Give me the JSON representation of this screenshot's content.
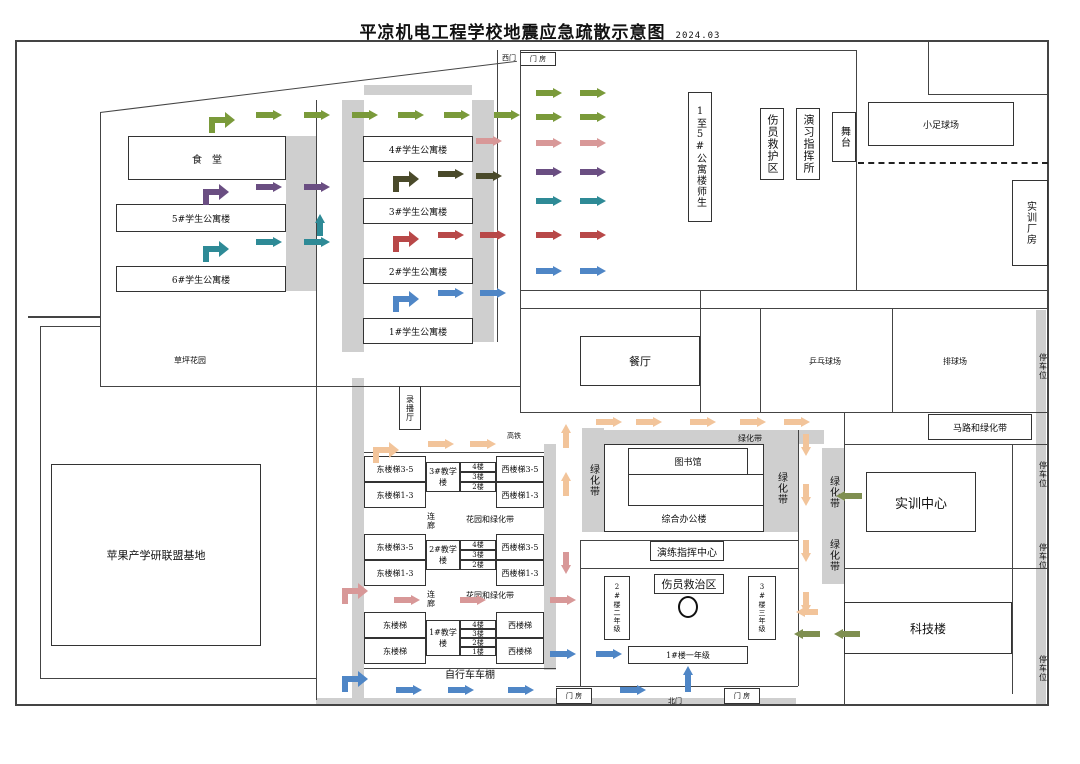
{
  "title": "平凉机电工程学校地震应急疏散示意图",
  "date": "2024.03",
  "buildings": {
    "canteen": "食　堂",
    "dorm5": "5#学生公寓楼",
    "dorm6": "6#学生公寓楼",
    "dorm4": "4#学生公寓楼",
    "dorm3": "3#学生公寓楼",
    "dorm2": "2#学生公寓楼",
    "dorm1": "1#学生公寓楼",
    "lawn": "草坪花园",
    "gate_west": "西门",
    "guard_top": "门 房",
    "assembly": "1至5#公寓楼师生",
    "rescue_top": "伤员救护区",
    "drill_cmd": "演习指挥所",
    "stage": "舞台",
    "soccer": "小足球场",
    "workshop": "实训厂房",
    "restaurant": "餐厅",
    "pingpong": "乒乓球场",
    "volleyball": "排球场",
    "parking": "停车位",
    "broadcast": "录播厅",
    "high_iron": "高铁",
    "road_green": "马路和绿化带",
    "green_belt": "绿化带",
    "green_vert": "绿化带",
    "library": "图书馆",
    "office": "综合办公楼",
    "training": "实训中心",
    "drill_center": "演练指挥中心",
    "rescue_mid": "伤员救治区",
    "tech": "科技楼",
    "bldg2_grade2": "2#楼二年级",
    "bldg3_grade3": "3#楼三年级",
    "bldg1_grade1": "1#楼一年级",
    "apple": "苹果产学研联盟基地",
    "bike": "自行车车棚",
    "north_gate": "北门",
    "guard": "门 房",
    "garden_green": "花园和绿化带",
    "corridor": "连廊",
    "teach3": "3#教学楼",
    "teach2": "2#教学楼",
    "teach1": "1#教学楼",
    "east35": "东楼梯3-5",
    "east13": "东楼梯1-3",
    "west35": "西楼梯3-5",
    "west13": "西楼梯1-3",
    "east": "东楼梯",
    "west": "西楼梯",
    "f4": "4楼",
    "f3": "3楼",
    "f2": "2楼",
    "f1": "1楼"
  },
  "colors": {
    "green": "#7a9a3a",
    "purple": "#6a4e82",
    "teal": "#2e8a96",
    "brown": "#4a4a2a",
    "red": "#b84848",
    "blue": "#4f86c6",
    "pink": "#d89898",
    "peach": "#f2c49a",
    "olive": "#7f8f50"
  }
}
